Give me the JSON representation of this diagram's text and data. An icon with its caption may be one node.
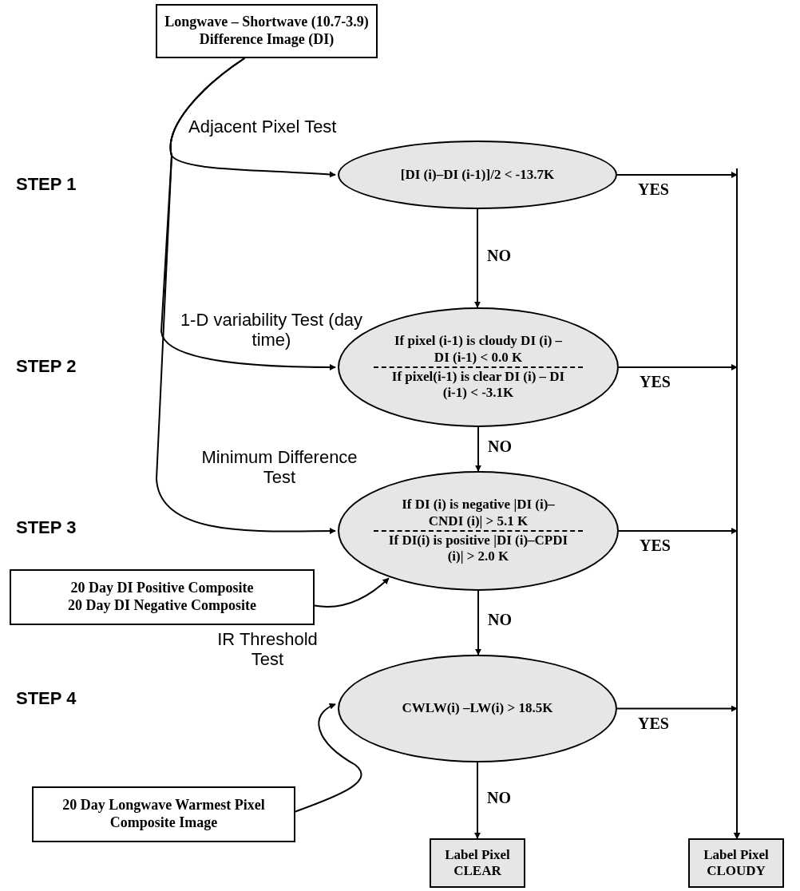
{
  "diagram": {
    "nodes": [
      {
        "text": [
          "Longwave – Shortwave (10.7-3.9) Difference Image (DI)"
        ]
      },
      {
        "text": [
          "[DI (i)–DI (i-1)]/2 < -13.7K"
        ]
      },
      {
        "text": [
          "If  pixel (i-1) is cloudy DI (i) – DI (i-1) < 0.0 K",
          "If pixel(i-1) is clear DI (i) – DI (i-1) < -3.1K"
        ]
      },
      {
        "text": [
          "If  DI (i) is negative |DI (i)–CNDI (i)| > 5.1 K",
          "If DI(i) is positive |DI (i)–CPDI (i)| > 2.0 K"
        ]
      },
      {
        "text": [
          "20 Day DI Positive Composite",
          "20 Day DI Negative Composite"
        ]
      },
      {
        "text": [
          "CWLW(i) –LW(i) > 18.5K"
        ]
      },
      {
        "text": [
          "20 Day Longwave Warmest Pixel Composite Image"
        ]
      },
      {
        "text": [
          "Label Pixel CLEAR"
        ]
      },
      {
        "text": [
          "Label Pixel CLOUDY"
        ]
      }
    ],
    "edges": [
      {
        "from": 0,
        "to": 1,
        "arrow": "to"
      },
      {
        "from": 0,
        "to": 2,
        "arrow": "to"
      },
      {
        "from": 0,
        "to": 3,
        "arrow": "to"
      },
      {
        "from": 4,
        "to": 3,
        "arrow": "to"
      },
      {
        "from": 6,
        "to": 5,
        "arrow": "to"
      },
      {
        "from": 1,
        "to": 2,
        "arrow": "to",
        "label": "NO"
      },
      {
        "from": 2,
        "to": 3,
        "arrow": "to",
        "label": "NO"
      },
      {
        "from": 3,
        "to": 5,
        "arrow": "to",
        "label": "NO"
      },
      {
        "from": 5,
        "to": 7,
        "arrow": "to",
        "label": "NO"
      },
      {
        "from": 1,
        "to": 8,
        "arrow": "to",
        "label": "YES"
      },
      {
        "from": 2,
        "to": 8,
        "arrow": "to",
        "label": "YES"
      },
      {
        "from": 3,
        "to": 8,
        "arrow": "to",
        "label": "YES"
      },
      {
        "from": 5,
        "to": 8,
        "arrow": "to",
        "label": "YES"
      }
    ],
    "labels": [
      "Adjacent Pixel Test",
      "STEP 1",
      "1-D variability Test (day time)",
      "STEP 2",
      "Minimum Difference Test",
      "STEP 3",
      "IR Threshold Test",
      "STEP 4"
    ]
  }
}
